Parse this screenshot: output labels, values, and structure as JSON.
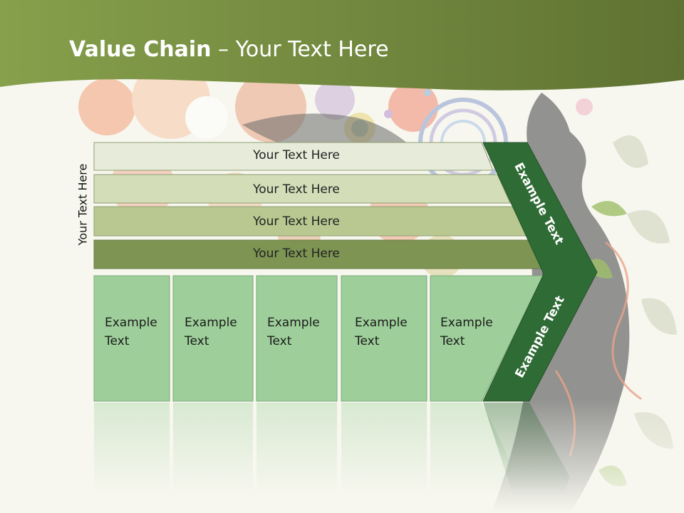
{
  "title": {
    "bold": "Value Chain",
    "rest": " – Your Text Here"
  },
  "side_label": "Your Text Here",
  "bars": [
    {
      "label": "Your Text Here",
      "color": "#e7ecda"
    },
    {
      "label": "Your Text Here",
      "color": "#d3ddb8"
    },
    {
      "label": "Your Text Here",
      "color": "#b9c890"
    },
    {
      "label": "Your Text Here",
      "color": "#7d9452"
    }
  ],
  "boxes": [
    {
      "line1": "Example",
      "line2": "Text"
    },
    {
      "line1": "Example",
      "line2": "Text"
    },
    {
      "line1": "Example",
      "line2": "Text"
    },
    {
      "line1": "Example",
      "line2": "Text"
    },
    {
      "line1": "Example",
      "line2": "Text"
    }
  ],
  "chevron": {
    "upper": "Example Text",
    "lower": "Example Text",
    "color": "#2f6b35"
  },
  "colors": {
    "header": "#6f8440",
    "box": "#9ecf9a",
    "silhouette": "#6e6e6e"
  }
}
